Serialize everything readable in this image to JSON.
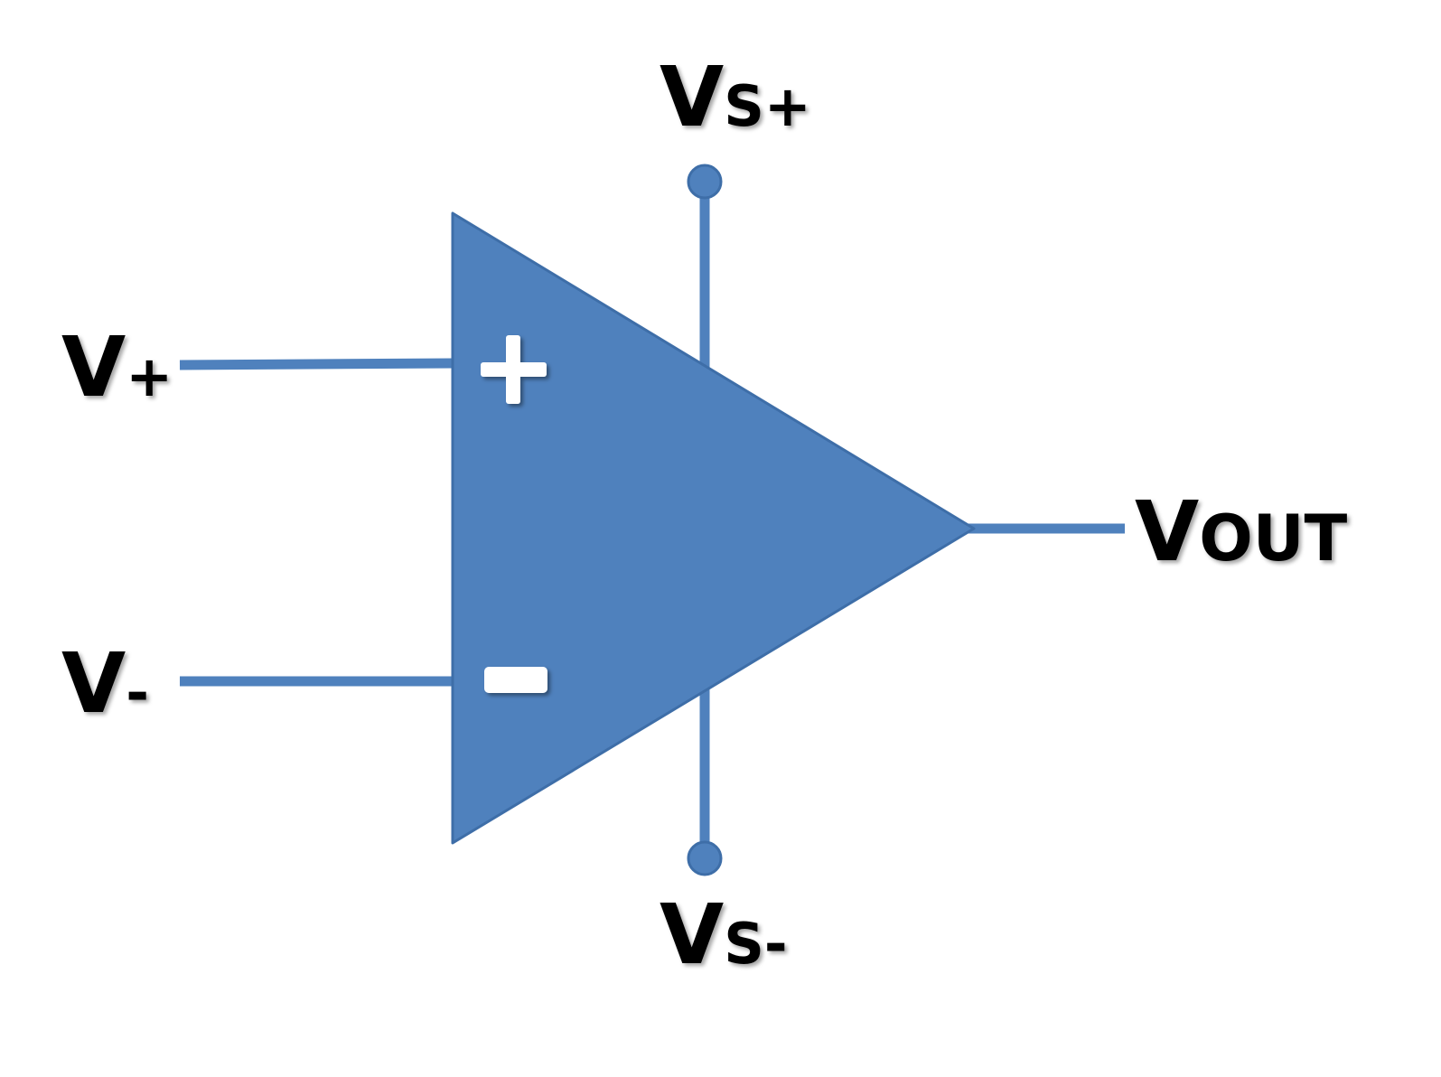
{
  "diagram": {
    "labels": {
      "supply_positive": {
        "main": "V",
        "sub": "S+"
      },
      "supply_negative": {
        "main": "V",
        "sub": "S-"
      },
      "input_noninverting": {
        "main": "V",
        "sub": "+"
      },
      "input_inverting": {
        "main": "V",
        "sub": "-"
      },
      "output": {
        "main": "V",
        "sub": "OUT"
      }
    },
    "colors": {
      "body": "#4f81bd",
      "body_edge": "#3e6ea8",
      "wire": "#4f81bd",
      "label": "#000000",
      "sign": "#ffffff"
    }
  }
}
